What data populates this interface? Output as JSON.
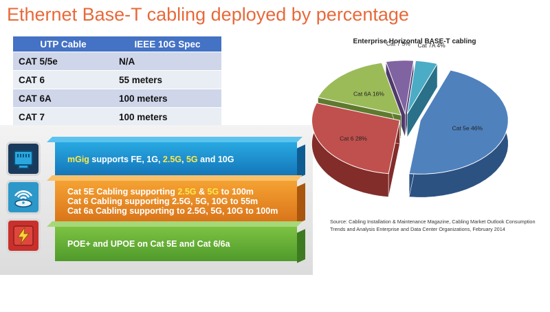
{
  "slide": {
    "title": "Ethernet Base-T cabling deployed by percentage"
  },
  "spec_table": {
    "headers": [
      "UTP Cable",
      "IEEE 10G Spec"
    ],
    "rows": [
      [
        "CAT 5/5e",
        "N/A"
      ],
      [
        "CAT 6",
        "55 meters"
      ],
      [
        "CAT 6A",
        "100 meters"
      ],
      [
        "CAT 7",
        "100 meters"
      ]
    ]
  },
  "features": {
    "mgig": {
      "a": "mGig",
      "b": " supports FE, 1G, ",
      "c": "2.5G",
      "d": ", ",
      "e": "5G",
      "f": " and 10G"
    },
    "cabling": {
      "line1": {
        "a": "Cat 5E Cabling supporting ",
        "b": "2.5G",
        "c": " & ",
        "d": "5G",
        "e": " to 100m"
      },
      "line2": "Cat 6 Cabling supporting 2.5G, 5G, 10G to 55m",
      "line3": "Cat 6a Cabling supporting to 2.5G, 5G, 10G to 100m"
    },
    "poe": "POE+ and UPOE on Cat 5E and Cat 6/6a"
  },
  "icons": [
    "ethernet-port-icon",
    "wireless-access-point-icon",
    "power-lightning-icon"
  ],
  "colors": {
    "title": "#e8693a",
    "table_header": "#4472c4",
    "highlight": "#ffe84a"
  },
  "chart_data": {
    "type": "pie",
    "title": "Enterprise Horizontal BASE-T cabling",
    "slices": [
      {
        "label": "Cat 5e",
        "value": 46,
        "text": "Cat 5e  46%",
        "color": "#4f81bd",
        "side": "#2c5282"
      },
      {
        "label": "Cat 6",
        "value": 28,
        "text": "Cat 6 28%",
        "color": "#c0504d",
        "side": "#822d2a"
      },
      {
        "label": "Cat 6A",
        "value": 16,
        "text": "Cat 6A 16%",
        "color": "#9bbb59",
        "side": "#5f7a2e"
      },
      {
        "label": "Cat 7",
        "value": 5,
        "text": "Cat 7 5%",
        "color": "#8064a2",
        "side": "#4f3a6a"
      },
      {
        "label": "Cat 7A",
        "value": 4,
        "text": "Cat 7A 4%",
        "color": "#4bacc6",
        "side": "#2a7089"
      }
    ],
    "exploded": true,
    "style": "3d"
  },
  "source": {
    "text": "Source:  Cabling Installation & Maintenance Magazine, Cabling Market Outlook Consumption Trends and  Analysis Enterprise and Data Center Organizations, February 2014"
  }
}
